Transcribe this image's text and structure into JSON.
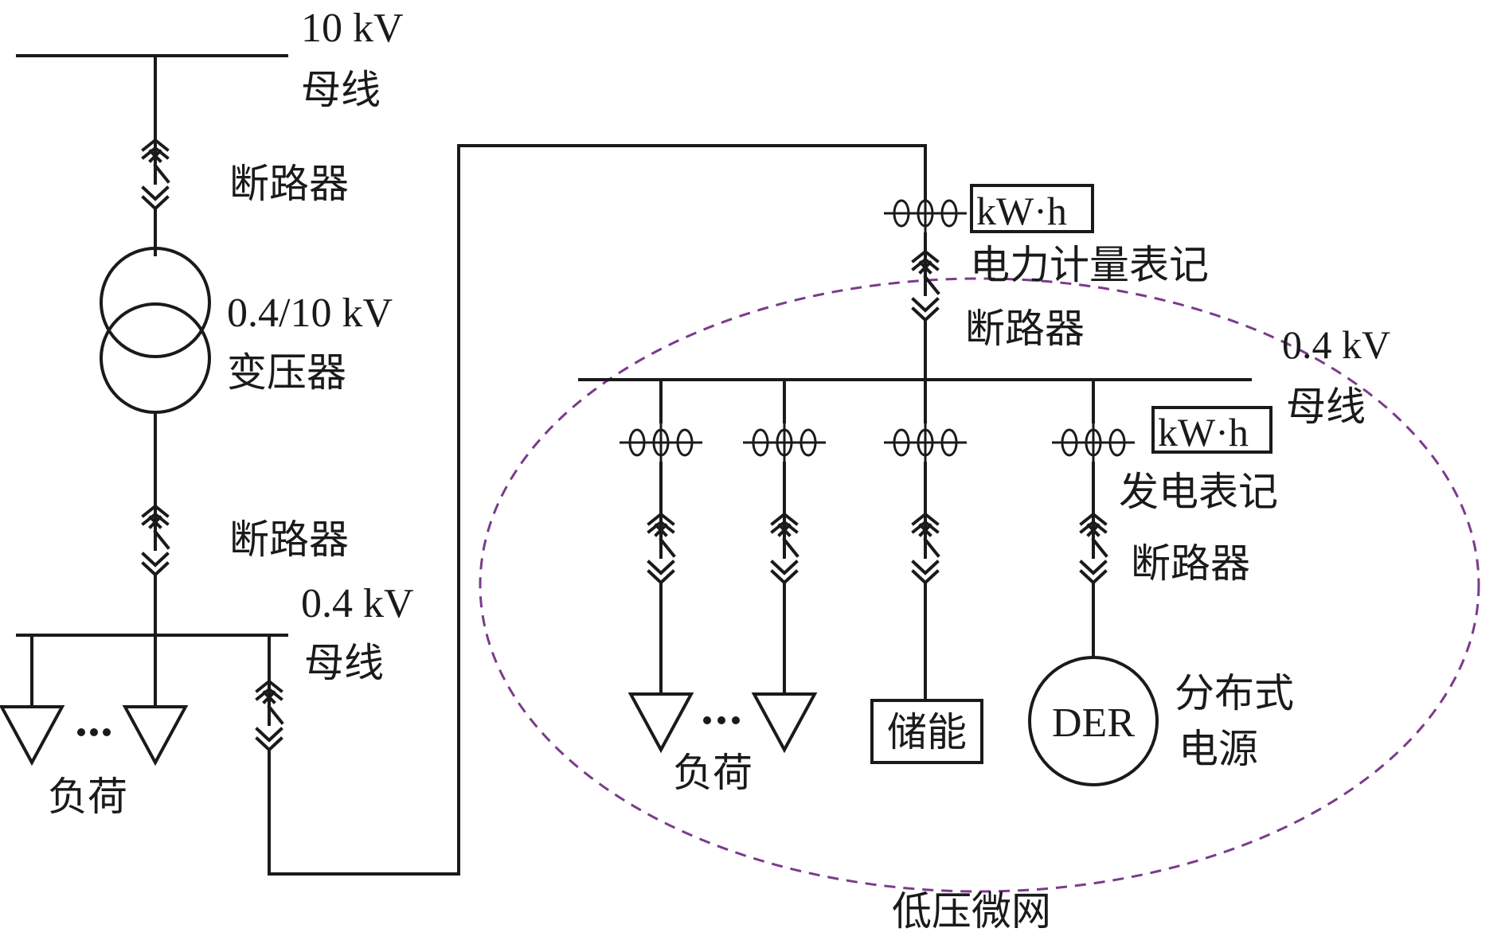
{
  "labels": {
    "bus_10kv_voltage": "10 kV",
    "bus_10kv_name": "母线",
    "breaker_top": "断路器",
    "transformer_rating": "0.4/10 kV",
    "transformer_name": "变压器",
    "breaker_mid": "断路器",
    "bus_left_voltage": "0.4 kV",
    "bus_left_name": "母线",
    "load_left": "负荷",
    "meter_box_main": "kW·h",
    "meter_main": "电力计量表记",
    "breaker_micro_main": "断路器",
    "bus_micro_voltage": "0.4 kV",
    "bus_micro_name": "母线",
    "meter_box_der": "kW·h",
    "meter_der": "发电表记",
    "breaker_der": "断路器",
    "load_micro": "负荷",
    "storage": "储能",
    "der": "DER",
    "der_desc_1": "分布式",
    "der_desc_2": "电源",
    "microgrid": "低压微网"
  },
  "colors": {
    "line": "#1a1a1a",
    "microgrid_boundary": "#7a3b8c"
  }
}
